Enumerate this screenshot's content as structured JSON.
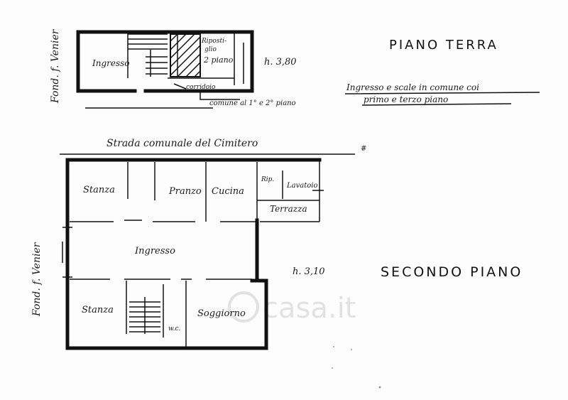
{
  "watermark": "casa.it",
  "ground_floor": {
    "title": "PIANO TERRA",
    "height": "h. 3,80",
    "neighbor": "Fond. f. Venier",
    "note_line1": "Ingresso e scale in comune coi",
    "note_line2": "primo e terzo piano",
    "note_shared": "comune al 1° e 2° piano",
    "rooms": {
      "ingresso": "Ingresso",
      "ripostiglio_line1": "Riposti-",
      "ripostiglio_line2": "glio",
      "ripostiglio_line3": "2 piano",
      "corridoio": "corridoio"
    }
  },
  "second_floor": {
    "title": "SECONDO PIANO",
    "height": "h. 3,10",
    "neighbor": "Fond. f. Venier",
    "street": "Strada comunale del Cimitero",
    "rooms": {
      "stanza_top": "Stanza",
      "pranzo": "Pranzo",
      "cucina": "Cucina",
      "ripostiglio": "Rip.",
      "lavatoio": "Lavatoio",
      "terrazza": "Terrazza",
      "ingresso": "Ingresso",
      "stanza_bottom": "Stanza",
      "wc": "w.c.",
      "soggiorno": "Soggiorno"
    }
  }
}
